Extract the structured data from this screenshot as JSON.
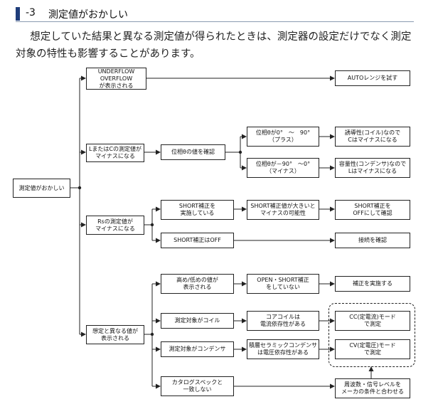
{
  "header": {
    "number": "-3",
    "title": "測定値がおかしい"
  },
  "intro": "想定していた結果と異なる測定値が得られたときは、測定器の設定だけでなく測定対象の特性も影響することがあります。",
  "nodes": {
    "root": "測定値がおかしい",
    "underflow": "UNDERFLOW\nOVERFLOW\nが表示される",
    "auto_range": "AUTOレンジを試す",
    "l_or_c_minus": "LまたはCの測定値が\nマイナスになる",
    "check_phase": "位相θの値を確認",
    "phase_plus": "位相θが0°　～　90°\n（プラス）",
    "phase_minus": "位相θが－90°　～0°\n（マイナス）",
    "inductive": "誘導性(コイル)なので\nCはマイナスになる",
    "capacitive": "容量性(コンデンサ)なので\nLはマイナスになる",
    "rs_minus": "Rsの測定値が\nマイナスになる",
    "short_on": "SHORT補正を\n実施している",
    "short_error": "SHORT補正値が大きいと\nマイナスの可能性",
    "short_off_check": "SHORT補正を\nOFFにして確認",
    "short_off": "SHORT補正はOFF",
    "check_connection": "接続を確認",
    "unexpected": "想定と異なる値が\n表示される",
    "high_low": "高め/低めの値が\n表示される",
    "no_open_short": "OPEN・SHORT補正\nをしていない",
    "do_correction": "補正を実施する",
    "target_coil": "測定対象がコイル",
    "core_coil": "コアコイルは\n電流依存性がある",
    "cc_mode": "CC(定電流)モード\nで測定",
    "target_cap": "測定対象がコンデンサ",
    "mlcc": "積層セラミックコンデンサ\nは電圧依存性がある",
    "cv_mode": "CV(定電圧)モード\nで測定",
    "catalog": "カタログスペックと\n一致しない",
    "freq_signal": "周波数・信号レベルを\nメーカの条件と合わせる"
  }
}
